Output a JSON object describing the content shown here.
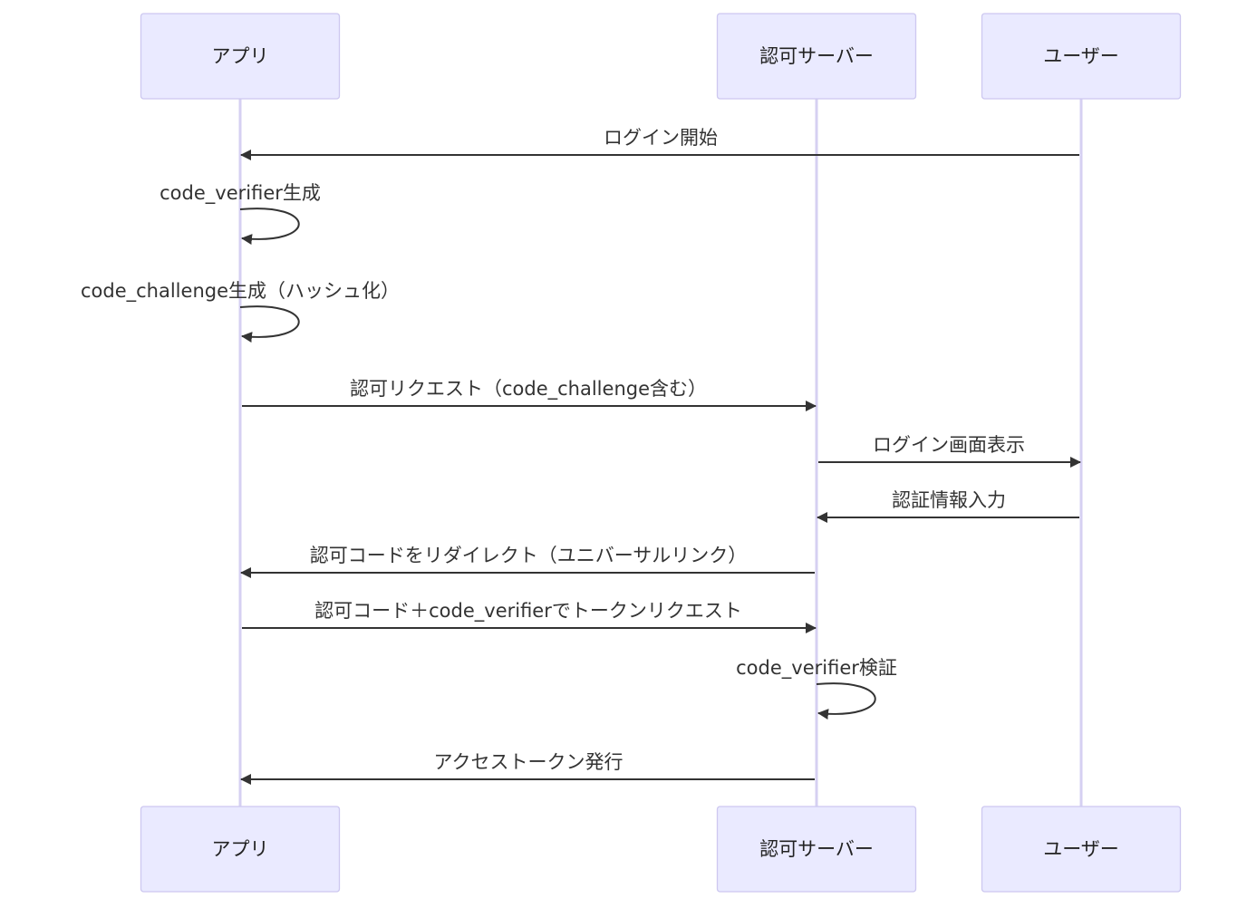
{
  "participants": [
    {
      "id": "app",
      "label": "アプリ"
    },
    {
      "id": "auth",
      "label": "認可サーバー"
    },
    {
      "id": "user",
      "label": "ユーザー"
    }
  ],
  "messages": [
    {
      "from": "user",
      "to": "app",
      "label": "ログイン開始"
    },
    {
      "from": "app",
      "to": "app",
      "label": "code_verifier生成"
    },
    {
      "from": "app",
      "to": "app",
      "label": "code_challenge生成（ハッシュ化）"
    },
    {
      "from": "app",
      "to": "auth",
      "label": "認可リクエスト（code_challenge含む）"
    },
    {
      "from": "auth",
      "to": "user",
      "label": "ログイン画面表示"
    },
    {
      "from": "user",
      "to": "auth",
      "label": "認証情報入力"
    },
    {
      "from": "auth",
      "to": "app",
      "label": "認可コードをリダイレクト（ユニバーサルリンク）"
    },
    {
      "from": "app",
      "to": "auth",
      "label": "認可コード＋code_verifierでトークンリクエスト"
    },
    {
      "from": "auth",
      "to": "auth",
      "label": "code_verifier検証"
    },
    {
      "from": "auth",
      "to": "app",
      "label": "アクセストークン発行"
    }
  ],
  "colors": {
    "actor_fill": "#eaeaff",
    "actor_stroke": "#cdc8f0",
    "lifeline": "#d6d0f2",
    "line": "#333333",
    "text": "#222222"
  }
}
